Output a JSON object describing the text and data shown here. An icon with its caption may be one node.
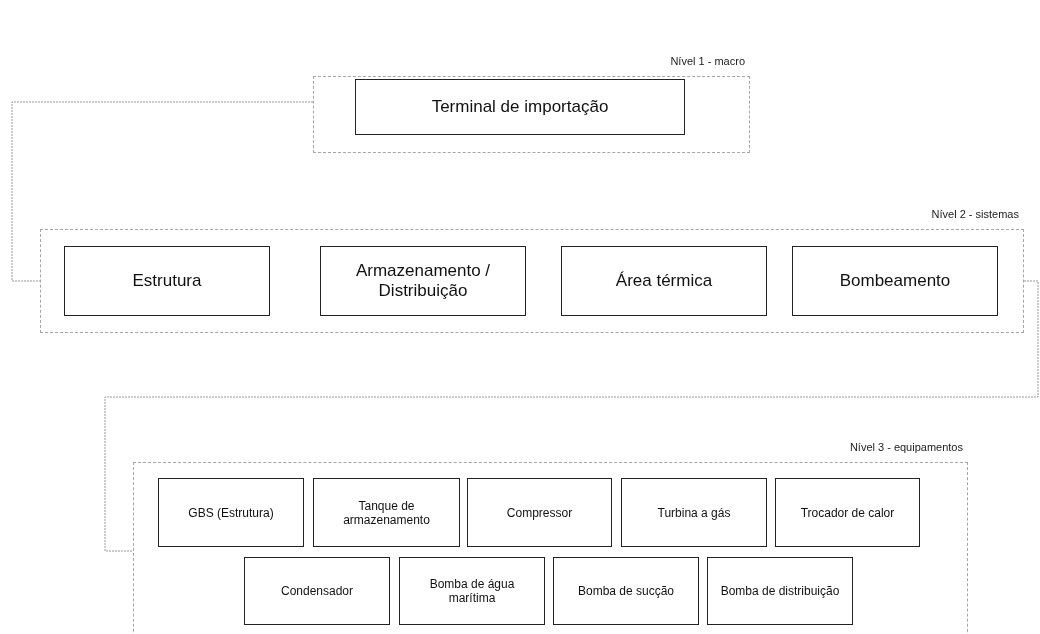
{
  "diagram": {
    "nodes": [
      {
        "text": [
          "Nível 1 - macro"
        ]
      },
      {
        "text": [
          "Terminal de importação"
        ],
        "in": 0
      },
      {
        "text": [
          "Nível 2 - sistemas"
        ]
      },
      {
        "text": [
          "Estrutura"
        ],
        "in": 2
      },
      {
        "text": [
          "Armazenamento / Distribuição"
        ],
        "in": 2
      },
      {
        "text": [
          "Área térmica"
        ],
        "in": 2
      },
      {
        "text": [
          "Bombeamento"
        ],
        "in": 2
      },
      {
        "text": [
          "Nível 3 - equipamentos"
        ]
      },
      {
        "text": [
          "GBS (Estrutura)"
        ],
        "in": 7
      },
      {
        "text": [
          "Tanque de armazenamento"
        ],
        "in": 7
      },
      {
        "text": [
          "Compressor"
        ],
        "in": 7
      },
      {
        "text": [
          "Turbina a gás"
        ],
        "in": 7
      },
      {
        "text": [
          "Trocador de calor"
        ],
        "in": 7
      },
      {
        "text": [
          "Condensador"
        ],
        "in": 7
      },
      {
        "text": [
          "Bomba de água marítima"
        ],
        "in": 7
      },
      {
        "text": [
          "Bomba de sucção"
        ],
        "in": 7
      },
      {
        "text": [
          "Bomba de distribuição"
        ],
        "in": 7
      }
    ],
    "edges": [
      {
        "from": 0,
        "to": 2,
        "arrow": "none",
        "style": "dashed"
      },
      {
        "from": 2,
        "to": 7,
        "arrow": "none",
        "style": "dashed"
      }
    ]
  }
}
